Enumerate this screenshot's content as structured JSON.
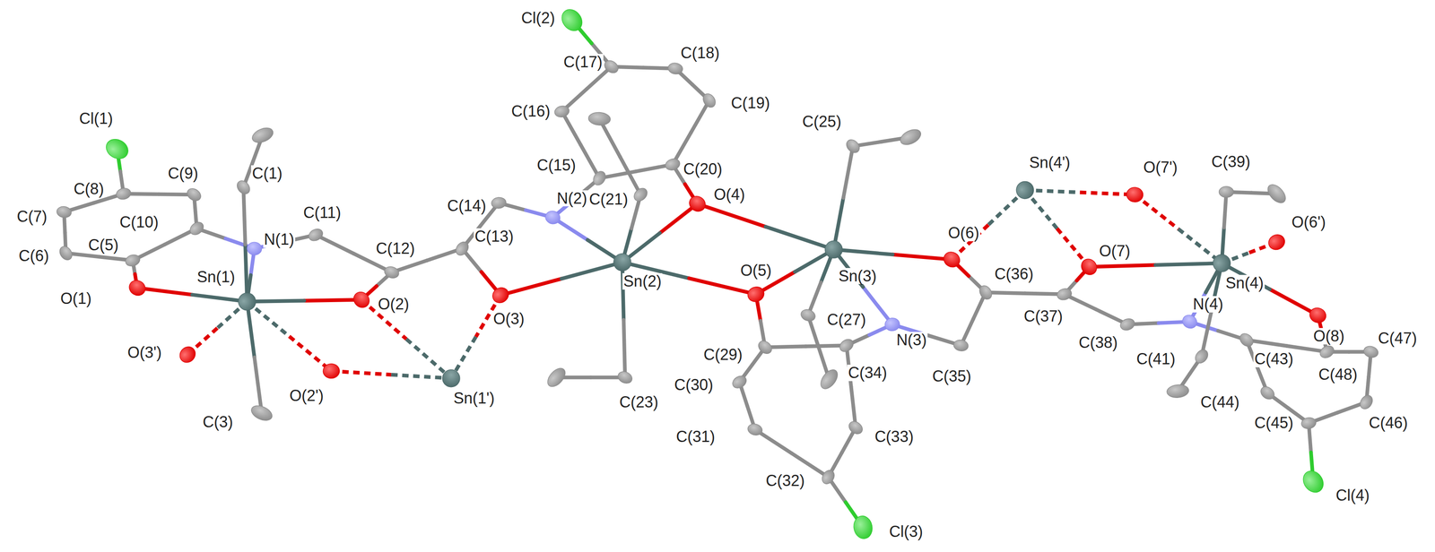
{
  "diagram": {
    "labels": [
      "Cl(1)",
      "C(8)",
      "C(9)",
      "C(7)",
      "C(10)",
      "C(6)",
      "C(5)",
      "O(1)",
      "Sn(1)",
      "N(1)",
      "C(1)",
      "C(11)",
      "C(12)",
      "O(2)",
      "C(3)",
      "O(3')",
      "O(2')",
      "Sn(1')",
      "C(14)",
      "C(13)",
      "O(3)",
      "N(2)",
      "C(15)",
      "C(16)",
      "C(17)",
      "Cl(2)",
      "C(18)",
      "C(19)",
      "C(20)",
      "C(21)",
      "O(4)",
      "Sn(2)",
      "O(5)",
      "C(23)",
      "C(25)",
      "Sn(3)",
      "C(27)",
      "N(3)",
      "C(29)",
      "C(30)",
      "C(31)",
      "C(32)",
      "Cl(3)",
      "C(33)",
      "C(34)",
      "C(35)",
      "O(6)",
      "C(36)",
      "C(37)",
      "Sn(4')",
      "O(7')",
      "O(7)",
      "C(38)",
      "N(4)",
      "C(39)",
      "O(6')",
      "Sn(4)",
      "O(8)",
      "C(41)",
      "C(43)",
      "C(48)",
      "C(47)",
      "C(44)",
      "C(45)",
      "C(46)",
      "Cl(4)"
    ]
  }
}
